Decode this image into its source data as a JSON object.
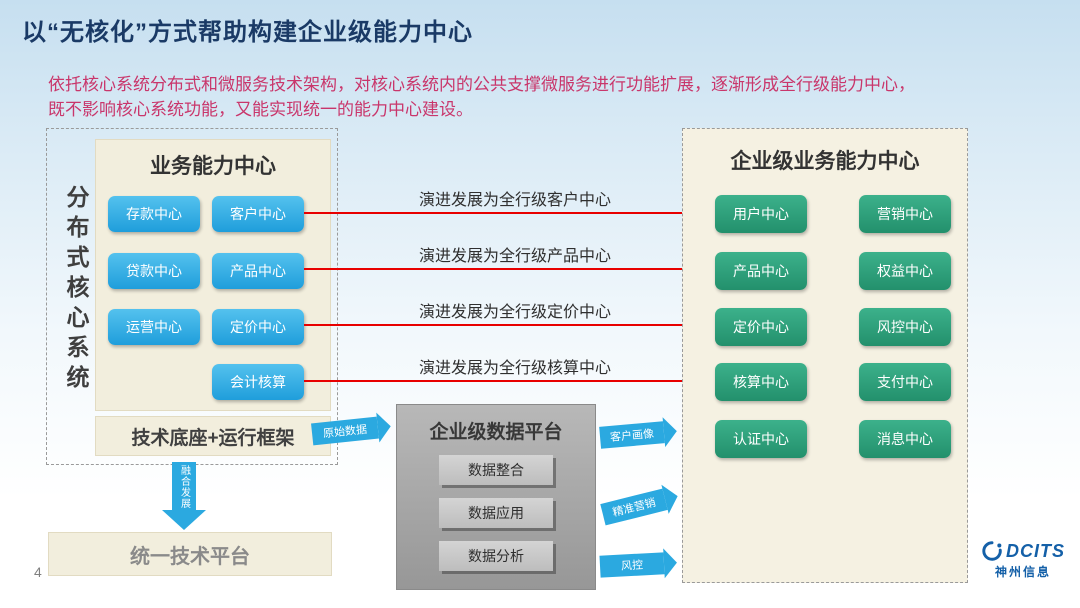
{
  "slide": {
    "title": "以“无核化”方式帮助构建企业级能力中心",
    "subtitle_line1": "依托核心系统分布式和微服务技术架构，对核心系统内的公共支撑微服务进行功能扩展，逐渐形成全行级能力中心，",
    "subtitle_line2": "既不影响核心系统功能，又能实现统一的能力中心建设。",
    "page_number": "4"
  },
  "left_panel": {
    "vertical_label": "分布式核心系统",
    "box_title": "业务能力中心",
    "buttons": [
      "存款中心",
      "客户中心",
      "贷款中心",
      "产品中心",
      "运营中心",
      "定价中心",
      "会计核算"
    ],
    "tech_base": "技术底座+运行框架",
    "down_arrow_label": "融合发展",
    "platform": "统一技术平台"
  },
  "middle": {
    "evolution_labels": [
      "演进发展为全行级客户中心",
      "演进发展为全行级产品中心",
      "演进发展为全行级定价中心",
      "演进发展为全行级核算中心"
    ],
    "raw_data_arrow": "原始数据",
    "data_platform": {
      "title": "企业级数据平台",
      "items": [
        "数据整合",
        "数据应用",
        "数据分析"
      ]
    },
    "output_arrows": [
      "客户画像",
      "精准营销",
      "风控"
    ]
  },
  "right_panel": {
    "title": "企业级业务能力中心",
    "buttons": [
      "用户中心",
      "营销中心",
      "产品中心",
      "权益中心",
      "定价中心",
      "风控中心",
      "核算中心",
      "支付中心",
      "认证中心",
      "消息中心"
    ]
  },
  "footer": {
    "logo_text": "DCITS",
    "logo_subtext": "神州信息"
  },
  "colors": {
    "title": "#1a3a66",
    "subtitle": "#c9366b",
    "blue_button": "#29a9e0",
    "green_button": "#2ea57d",
    "cream_box": "#f2eedd",
    "gray_box": "#a8a8a8",
    "arrow_red": "#e80000",
    "arrow_blue": "#2ba9e0",
    "logo_blue": "#1460a8"
  }
}
